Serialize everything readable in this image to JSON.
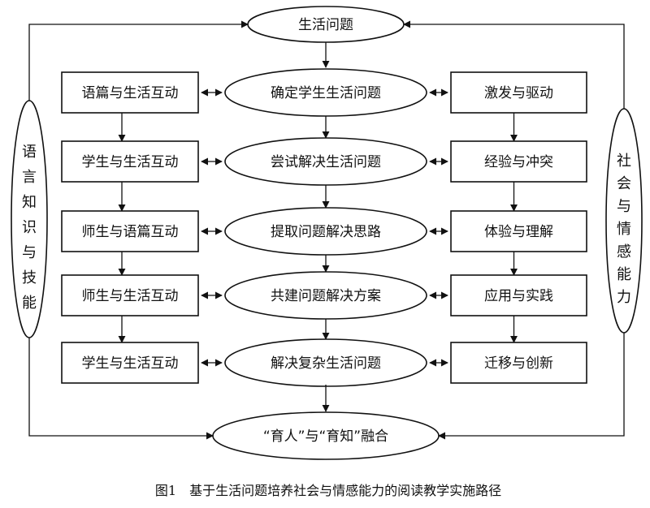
{
  "top": "生活问题",
  "center": [
    "确定学生生活问题",
    "尝试解决生活问题",
    "提取问题解决思路",
    "共建问题解决方案",
    "解决复杂生活问题"
  ],
  "left": [
    "语篇与生活互动",
    "学生与生活互动",
    "师生与语篇互动",
    "师生与生活互动",
    "学生与生活互动"
  ],
  "right": [
    "激发与驱动",
    "经验与冲突",
    "体验与理解",
    "应用与实践",
    "迁移与创新"
  ],
  "left_side": "语言知识与技能",
  "right_side": "社会与情感能力",
  "bottom": "“育人”与“育知”融合",
  "caption": "图1　基于生活问题培养社会与情感能力的阅读教学实施路径"
}
